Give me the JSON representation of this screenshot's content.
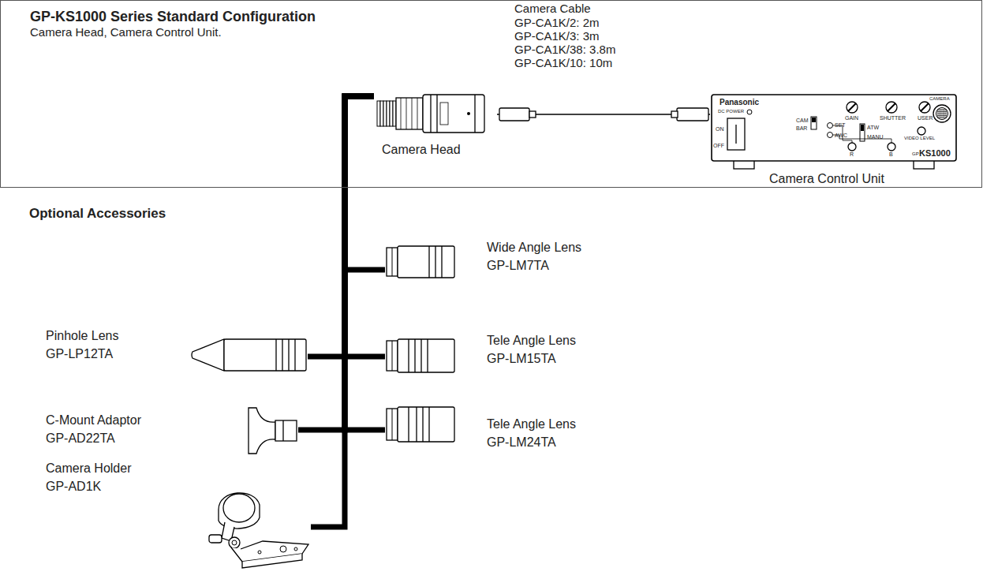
{
  "diagram": {
    "nodes": [
      {
        "text": [
          "GP-KS1000 Series Standard Configuration",
          "Camera Head, Camera Control Unit."
        ]
      },
      {
        "text": [
          "Camera Head"
        ],
        "in": 0
      },
      {
        "text": [
          "Camera Control Unit"
        ],
        "in": 0
      },
      {
        "text": [
          "Wide Angle Lens",
          "GP-LM7TA"
        ]
      },
      {
        "text": [
          "Pinhole Lens",
          "GP-LP12TA"
        ]
      },
      {
        "text": [
          "Tele Angle Lens",
          "GP-LM15TA"
        ]
      },
      {
        "text": [
          "C-Mount Adaptor",
          "GP-AD22TA"
        ]
      },
      {
        "text": [
          "Tele Angle Lens",
          "GP-LM24TA"
        ]
      },
      {
        "text": [
          "Camera Holder",
          "GP-AD1K"
        ]
      }
    ],
    "edges": [
      {
        "from": 1,
        "to": 2,
        "arrow": "none"
      },
      {
        "from": 1,
        "to": 3,
        "arrow": "none"
      },
      {
        "from": 1,
        "to": 4,
        "arrow": "none"
      },
      {
        "from": 1,
        "to": 5,
        "arrow": "none"
      },
      {
        "from": 1,
        "to": 6,
        "arrow": "none"
      },
      {
        "from": 1,
        "to": 7,
        "arrow": "none"
      },
      {
        "from": 1,
        "to": 8,
        "arrow": "none"
      }
    ],
    "labels": [
      "Camera Cable",
      "GP-CA1K/2: 2m",
      "GP-CA1K/3: 3m",
      "GP-CA1K/38: 3.8m",
      "GP-CA1K/10: 10m",
      "Optional Accessories",
      "Panasonic",
      "DC POWER",
      "ON",
      "OFF",
      "CAM",
      "BAR",
      "SET",
      "AWC",
      "ATW",
      "MANU",
      "GAIN",
      "SHUTTER",
      "USER",
      "CAMERA",
      "VIDEO LEVEL",
      "R",
      "B",
      "GP",
      "KS1000"
    ]
  }
}
